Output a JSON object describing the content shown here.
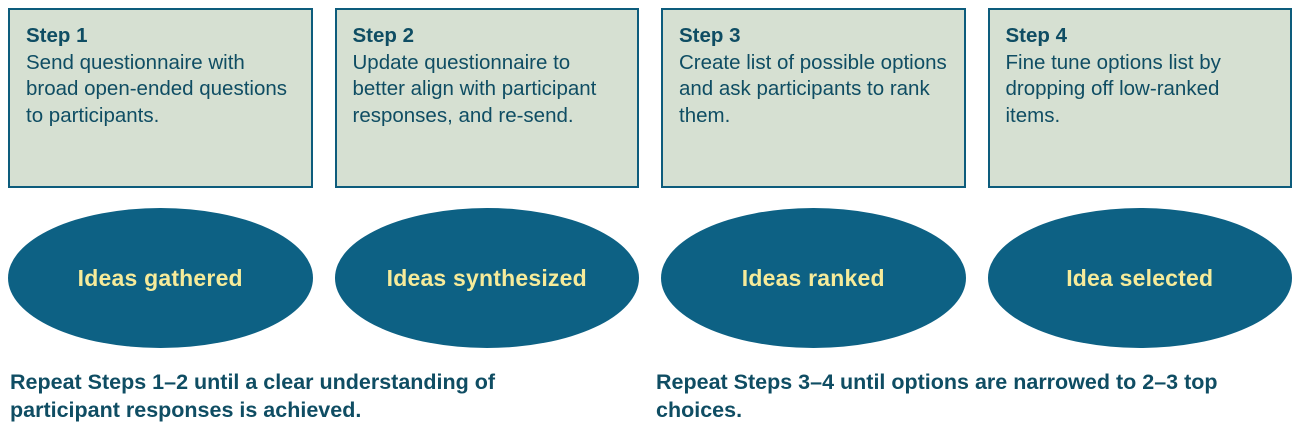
{
  "steps": [
    {
      "title": "Step 1",
      "text": "Send questionnaire with broad open-ended questions to participants."
    },
    {
      "title": "Step 2",
      "text": "Update questionnaire to better align with participant responses, and re-send."
    },
    {
      "title": "Step 3",
      "text": "Create list of possible options and ask participants to rank them."
    },
    {
      "title": "Step 4",
      "text": "Fine tune options list by dropping off low-ranked items."
    }
  ],
  "outcomes": [
    {
      "label": "Ideas gathered"
    },
    {
      "label": "Ideas synthesized"
    },
    {
      "label": "Ideas ranked"
    },
    {
      "label": "Idea selected"
    }
  ],
  "captions": {
    "left": "Repeat Steps 1–2 until a clear understanding of participant responses is achieved.",
    "right": "Repeat Steps 3–4 until options are narrowed to 2–3 top choices."
  },
  "colors": {
    "box_fill": "#d6e0d2",
    "box_border": "#0d5c7c",
    "ellipse_fill": "#0d6184",
    "ellipse_text": "#f6eb9a",
    "text": "#0f4d63"
  }
}
